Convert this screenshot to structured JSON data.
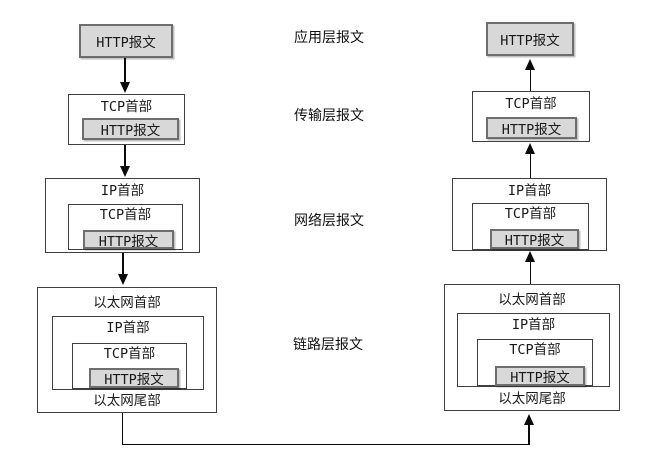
{
  "diagram": {
    "layer_labels": [
      {
        "id": "application",
        "label": "应用层报文"
      },
      {
        "id": "transport",
        "label": "传输层报文"
      },
      {
        "id": "network",
        "label": "网络层报文"
      },
      {
        "id": "link",
        "label": "链路层报文"
      }
    ],
    "nodes": {
      "http_message": "HTTP报文",
      "tcp_header": "TCP首部",
      "ip_header": "IP首部",
      "ethernet_header": "以太网首部",
      "ethernet_trailer": "以太网尾部"
    },
    "colors": {
      "payload_fill": "#d8d8d8",
      "payload_border": "#6e6e6e",
      "box_border": "#3f3f3f",
      "arrow": "#0a0a0a",
      "background": "#ffffff"
    }
  }
}
